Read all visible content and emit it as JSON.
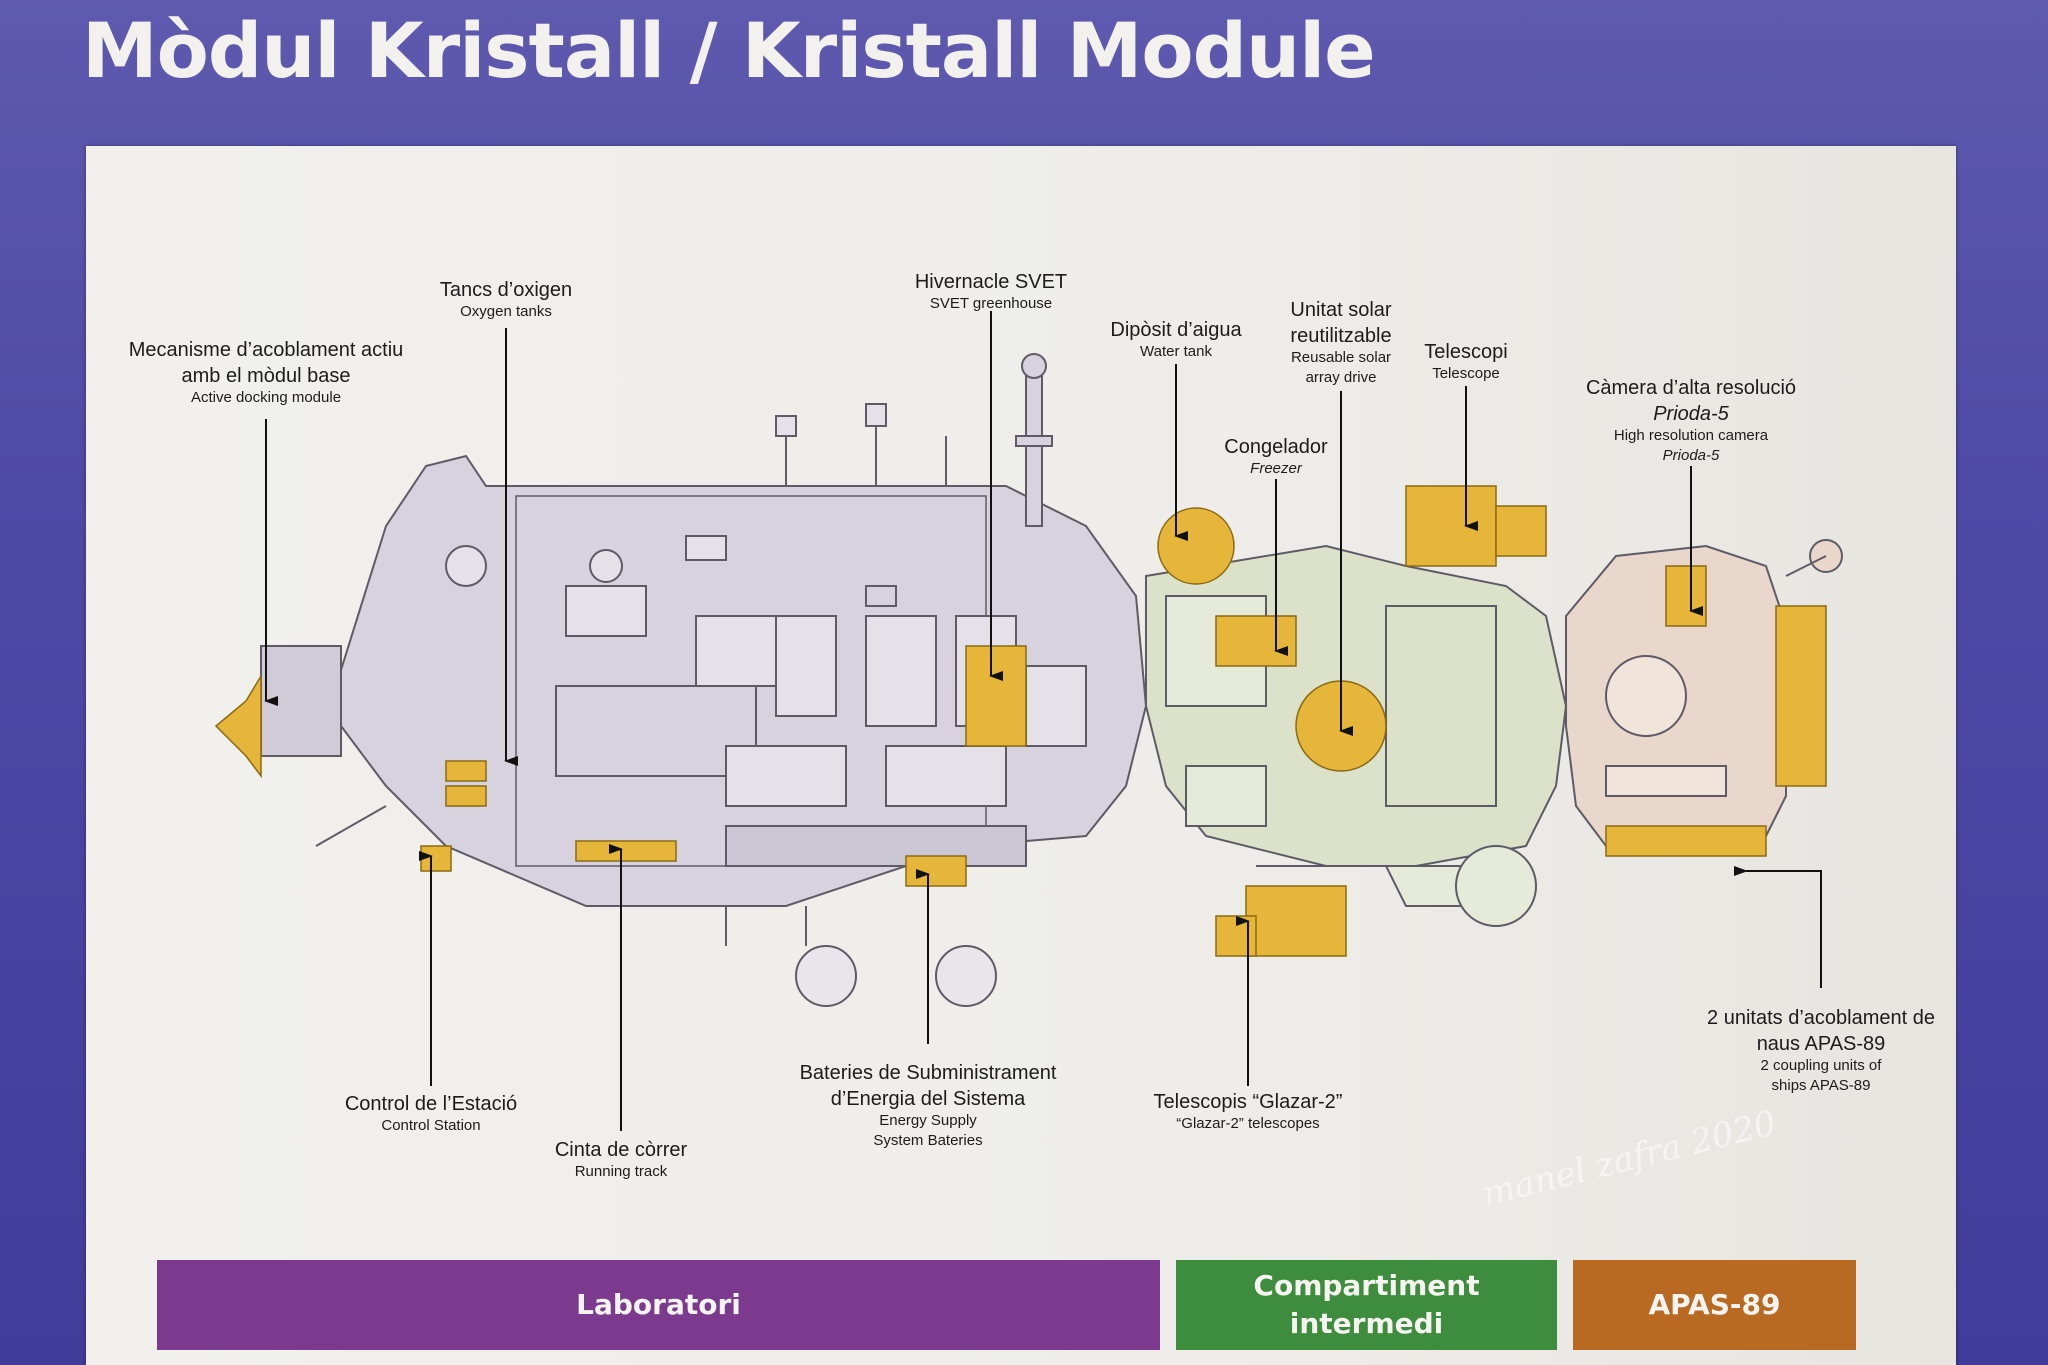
{
  "title": "Mòdul Kristall / Kristall Module",
  "colors": {
    "background": "#4f4aa6",
    "board": "#efeeea",
    "highlight": "#e6b63a",
    "laboratori_hull": "#d7d3de",
    "intermedi_hull": "#dce2c9",
    "apas_hull": "#e9d7cc",
    "laboratori_band": "#7b3a8d",
    "compartiment_band": "#3e8d3e",
    "apas_band": "#b86a23"
  },
  "labels": {
    "docking": {
      "line1": "Mecanisme d’acoblament actiu",
      "line2": "amb el mòdul base",
      "sub": "Active docking module"
    },
    "oxygen": {
      "main": "Tancs d’oxigen",
      "sub": "Oxygen tanks"
    },
    "svet": {
      "main": "Hivernacle SVET",
      "sub": "SVET greenhouse"
    },
    "water": {
      "main": "Dipòsit d’aigua",
      "sub": "Water tank"
    },
    "solar": {
      "line1": "Unitat solar",
      "line2": "reutilitzable",
      "sub1": "Reusable solar",
      "sub2": "array drive"
    },
    "telescope": {
      "main": "Telescopi",
      "sub": "Telescope"
    },
    "camera": {
      "line1": "Càmera d’alta resolució",
      "line2": "Prioda-5",
      "sub1": "High resolution camera",
      "sub2": "Prioda-5"
    },
    "freezer": {
      "main": "Congelador",
      "sub": "Freezer"
    },
    "control": {
      "main": "Control de l’Estació",
      "sub": "Control Station"
    },
    "track": {
      "main": "Cinta de còrrer",
      "sub": "Running track"
    },
    "batteries": {
      "line1": "Bateries de Subministrament",
      "line2": "d’Energia del Sistema",
      "sub1": "Energy Supply",
      "sub2": "System Bateries"
    },
    "glazar": {
      "main": "Telescopis “Glazar-2”",
      "sub": "“Glazar-2” telescopes"
    },
    "apas": {
      "line1": "2 unitats d’acoblament de",
      "line2": "naus APAS-89",
      "sub1": "2 coupling units of",
      "sub2": "ships APAS-89"
    }
  },
  "signature": "manel zafra 2020",
  "sections": {
    "laboratori": "Laboratori",
    "compartiment": "Compartiment\nintermedi",
    "apas": "APAS-89"
  }
}
